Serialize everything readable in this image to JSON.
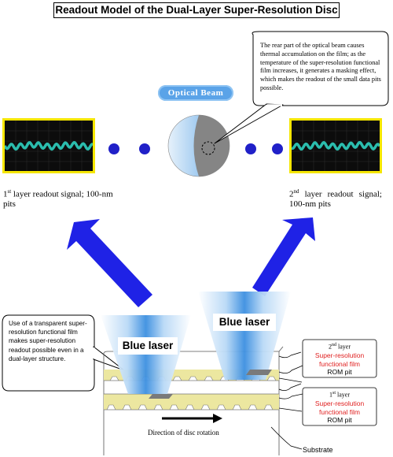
{
  "title": "Readout Model of the Dual-Layer Super-Resolution Disc",
  "optical_beam_label": "Optical Beam",
  "callout_right": "The rear part of the optical beam causes thermal accumulation on the film; as the temperature of the super-resolution functional film increases, it generates a masking effect, which makes the readout of the small data pits possible.",
  "callout_left": "Use of a transparent super-resolution functional film makes super-resolution readout possible even in a dual-layer structure.",
  "left_signal": {
    "ord_num": "1",
    "ord_suffix": "st",
    "text": " layer readout signal; 100-nm pits"
  },
  "right_signal": {
    "ord_num": "2",
    "ord_suffix": "nd",
    "text": " layer readout signal; 100-nm pits"
  },
  "laser_left": "Blue laser",
  "laser_right": "Blue laser",
  "layer2": {
    "num": "2",
    "suffix": "nd",
    "word": " layer",
    "film_1": "Super-resolution",
    "film_2": "functional film",
    "pit": "ROM pit"
  },
  "layer1": {
    "num": "1",
    "suffix": "st",
    "word": " layer",
    "film_1": "Super-resolution",
    "film_2": "functional film",
    "pit": "ROM pit"
  },
  "rotation_label": "Direction of disc rotation",
  "substrate_label": "Substrate",
  "colors": {
    "arrow_blue": "#1f22e6",
    "scope_frame": "#f5e600",
    "signal": "#2fd0c0",
    "film_red": "#e02020",
    "film_yellow": "#ece7a0",
    "pit_gray": "#7a7a7a"
  }
}
